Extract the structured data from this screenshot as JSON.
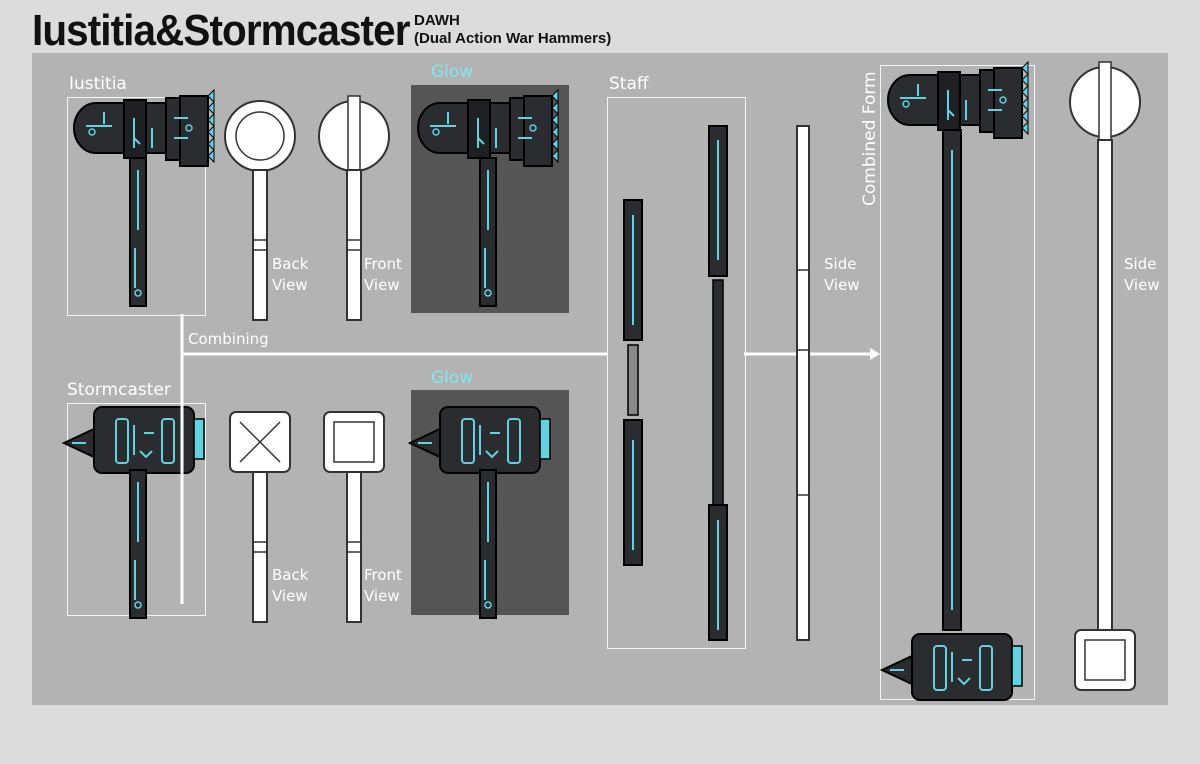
{
  "header": {
    "title": "Iustitia&Stormcaster",
    "abbreviation": "DAWH",
    "subtitle": "(Dual Action War Hammers)"
  },
  "sections": {
    "iustitia": "Iustitia",
    "stormcaster": "Stormcaster",
    "staff": "Staff",
    "combined_form": "Combined Form",
    "combining": "Combining",
    "glow_top": "Glow",
    "glow_bottom": "Glow"
  },
  "views": {
    "back_top_1": "Back",
    "back_top_2": "View",
    "front_top_1": "Front",
    "front_top_2": "View",
    "back_bot_1": "Back",
    "back_bot_2": "View",
    "front_bot_1": "Front",
    "front_bot_2": "View",
    "staff_side_1": "Side",
    "staff_side_2": "View",
    "combined_side_1": "Side",
    "combined_side_2": "View"
  },
  "colors": {
    "background": "#dcdcdc",
    "panel": "#b3b3b3",
    "glow_panel": "#555555",
    "accent_cyan": "#5fd4e0",
    "metal_dark": "#2a2c30",
    "line_art": "#ffffff"
  }
}
